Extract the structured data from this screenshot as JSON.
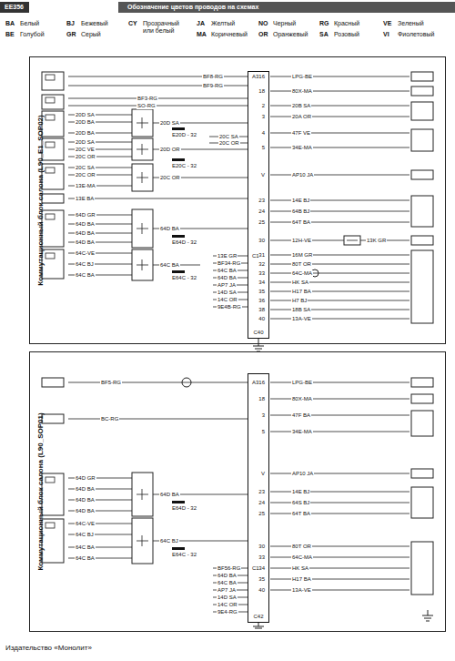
{
  "diagram": {
    "title": "Обозначение цветов проводов на схемах",
    "nodes": [
      {
        "text": [
          "Коммутационный блок салона (L90_E1_SOP02)"
        ]
      },
      {
        "text": [
          "C40"
        ],
        "in": 0
      },
      {
        "text": [
          "Коммутационный блок салона (L90_SOP01)"
        ]
      },
      {
        "text": [
          "C42"
        ],
        "in": 2
      }
    ],
    "labels": [
      "EE356",
      "BA",
      "Белый",
      "BE",
      "Голубой",
      "BJ",
      "Бежевый",
      "GR",
      "Серый",
      "CY",
      "Прозрачный или белый",
      "JA",
      "Желтый",
      "MA",
      "Коричневый",
      "NO",
      "Черный",
      "OR",
      "Оранжевый",
      "RG",
      "Красный",
      "SA",
      "Розовый",
      "VE",
      "Зеленый",
      "VI",
      "Фиолетовый",
      "BF8-RG",
      "BF9-RG",
      "BF3-RG",
      "SO-RG",
      "20D SA",
      "20D BA",
      "20D BA",
      "20D SA",
      "20C VE",
      "20C OR",
      "20C SA",
      "20C OR",
      "13E-MA",
      "13E BA",
      "64D GR",
      "64D BA",
      "64D BA",
      "64D BA",
      "64C-VE",
      "64C BJ",
      "64C BA",
      "20D SA",
      "20D OR",
      "20C OR",
      "64D BA",
      "64C BA",
      "E20D - 32",
      "E20C - 32",
      "E64D - 32",
      "E64C - 32",
      "20C SA",
      "20C OR",
      "13E GR",
      "BF34-RG",
      "64C BA",
      "64D BA",
      "AP7 JA",
      "14D SA",
      "14C OR",
      "9E4B-RG",
      "A3",
      "C1",
      "16",
      "LPG-BE",
      "18",
      "80X-MA",
      "2",
      "20B SA",
      "3",
      "20A OR",
      "4",
      "47F VE",
      "5",
      "34E-MA",
      "V",
      "AP10 JA",
      "23",
      "14E BJ",
      "24",
      "64B BJ",
      "25",
      "64T BA",
      "30",
      "12H-VE",
      "13K GR",
      "31",
      "16M GR",
      "32",
      "80T OR",
      "33",
      "64C-MA",
      "34",
      "HK SA",
      "35",
      "H17 BA",
      "36",
      "H7 BJ",
      "38",
      "18B SA",
      "40",
      "13A-VE",
      "BF5-RG",
      "BC-RG",
      "64D GR",
      "64D BA",
      "64D BA",
      "64D BA",
      "64C-VE",
      "64C BJ",
      "64C BA",
      "64C BA",
      "64D BA",
      "64C BJ",
      "E64D - 32",
      "E64C - 32",
      "BF56-RG",
      "64D BA",
      "64C BA",
      "AP7 JA",
      "14D SA",
      "14C OR",
      "9E4-RG",
      "A3",
      "C1",
      "16",
      "LPG-BE",
      "18",
      "80X-MA",
      "3",
      "47F BA",
      "5",
      "34E-MA",
      "V",
      "AP10 JA",
      "23",
      "14E BJ",
      "24",
      "64S BJ",
      "25",
      "64T BA",
      "30",
      "80T OR",
      "33",
      "64C-MA",
      "34",
      "HK SA",
      "35",
      "H17 BA",
      "40",
      "13A-VE",
      "Издательство «Монолит»"
    ]
  }
}
